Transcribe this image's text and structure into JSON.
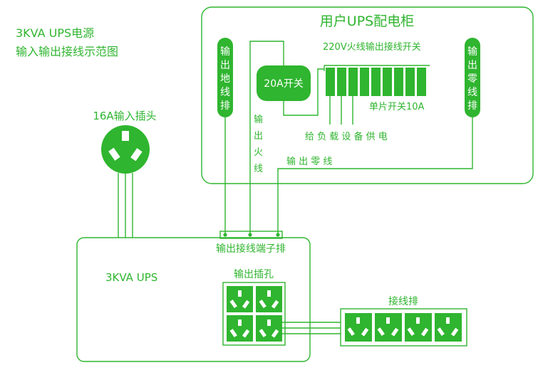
{
  "title": {
    "line1": "3KVA UPS电源",
    "line2": "输入输出接线示范图"
  },
  "cabinet": {
    "title": "用户UPS配电柜",
    "ground_bar": [
      "输",
      "出",
      "地",
      "线",
      "排"
    ],
    "neutral_bar": [
      "输",
      "出",
      "零",
      "线",
      "排"
    ],
    "main_switch": "20A开关",
    "breaker_row_label": "220V火线输出接线开关",
    "single_switch_label": "单片开关10A",
    "supply_note": "给 负 载 设 备 供 电",
    "live_out": [
      "输",
      "出",
      "火",
      "线"
    ],
    "neutral_out": "输 出 零 线"
  },
  "input_plug": {
    "label": "16A输入插头"
  },
  "ups": {
    "name": "3KVA UPS",
    "terminal_label": "输出接线端子排",
    "sockets_label": "输出插孔"
  },
  "power_strip": {
    "label": "接线排"
  },
  "colors": {
    "accent": "#2fb52f",
    "background": "#ffffff"
  }
}
